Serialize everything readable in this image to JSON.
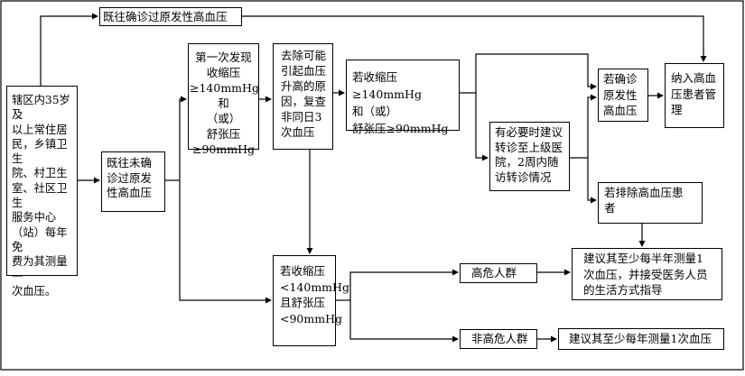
{
  "flowchart": {
    "nodes": {
      "resident": "辖区内35岁及\n以上常住居\n民，乡镇卫生\n院、村卫生\n室、社区卫生\n服务中心\n（站）每年免\n费为其测量一\n次血压。",
      "diagnosed": "既往确诊过原发性高血压",
      "undiagnosed": "既往未确\n诊过原发\n性高血压",
      "first_found": "第一次发现\n收缩压\n≥140mmHg和\n（或）\n舒张压\n≥90mmHg",
      "remove_causes": "去除可能\n引起血压\n升高的原\n因，复查\n非同日3\n次血压",
      "recheck_high": "若收缩压≥140mmHg\n和（或）\n舒张压≥90mmHg",
      "referral": "有必要时建议\n转诊至上级医\n院，2周内随\n访转诊情况",
      "confirmed": "若确诊\n原发性\n高血压",
      "manage": "纳入高血\n压患者管\n理",
      "excluded": "若排除高血压患\n者",
      "recheck_normal": "若收缩压\n<140mmHg\n且舒张压\n<90mmHg",
      "high_risk": "高危人群",
      "non_high_risk": "非高危人群",
      "half_year": "建议其至少每半年测量1\n次血压，并接受医务人员\n的生活方式指导",
      "yearly": "建议其至少每年测量1次血压"
    }
  }
}
